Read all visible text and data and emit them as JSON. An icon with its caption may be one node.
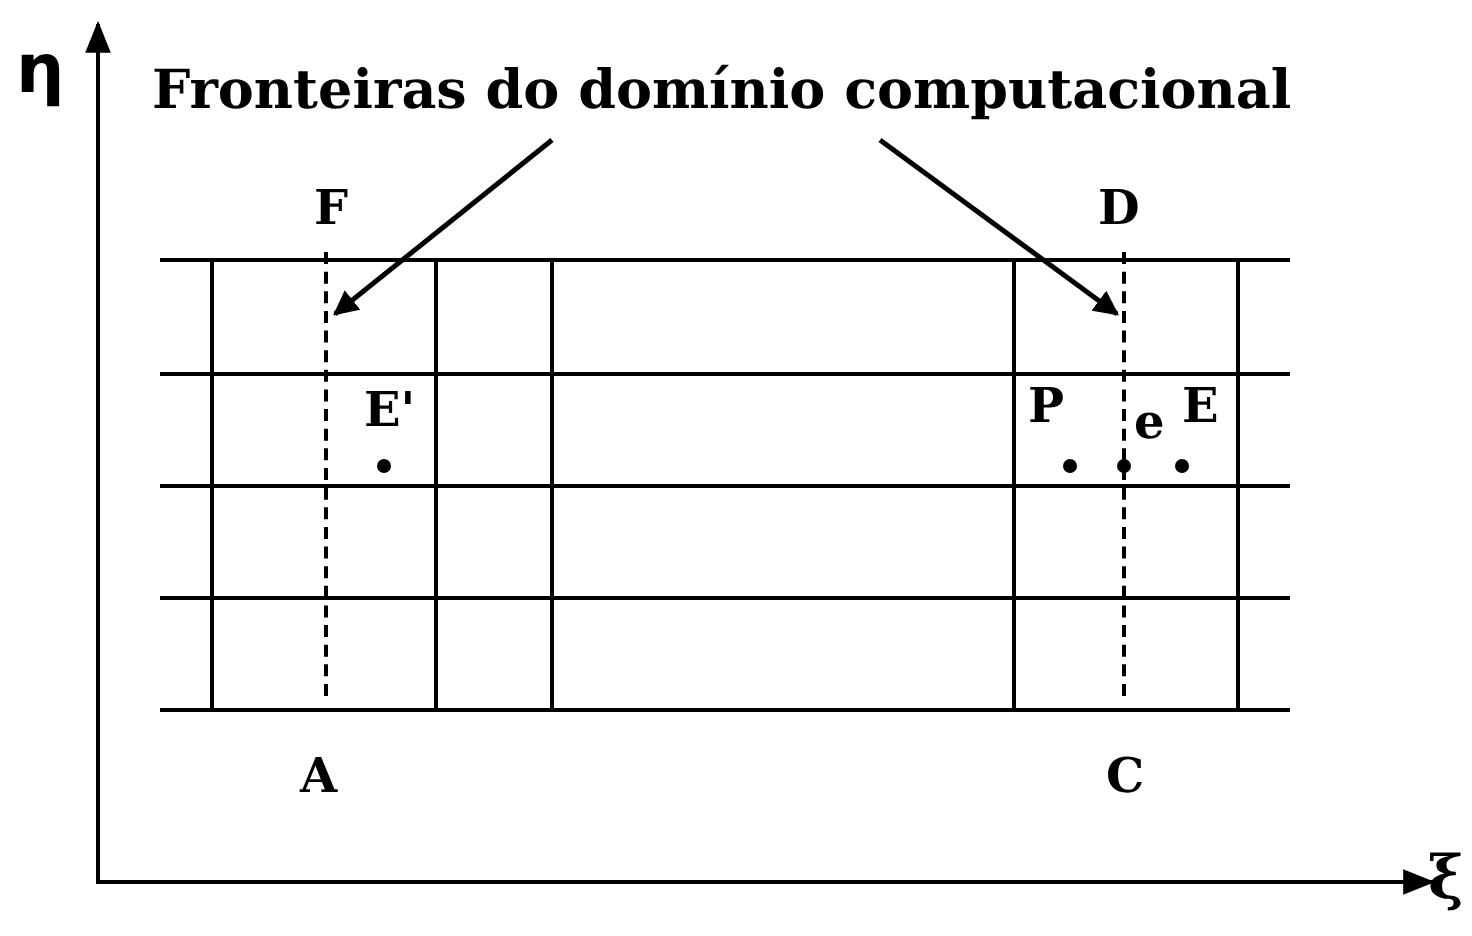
{
  "diagram": {
    "nodes": [
      {
        "text": [
          "Fronteiras do domínio computacional"
        ]
      },
      {
        "text": [],
        "shape": "line"
      },
      {
        "text": [],
        "shape": "line"
      }
    ],
    "edges": [
      {
        "from": 0,
        "to": 1,
        "arrow": "to"
      },
      {
        "from": 0,
        "to": 2,
        "arrow": "to"
      }
    ],
    "labels": [
      "η",
      "F",
      "D",
      "E'",
      "P",
      "e",
      "E",
      "A",
      "C",
      "ξ"
    ]
  }
}
